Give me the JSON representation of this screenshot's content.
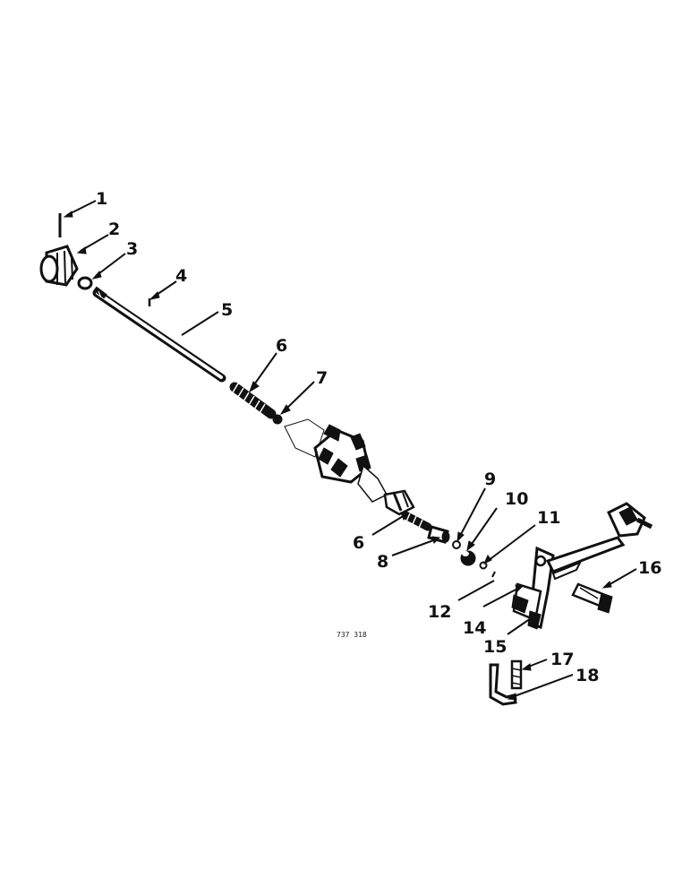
{
  "callouts": {
    "c1": "1",
    "c2": "2",
    "c3": "3",
    "c4": "4",
    "c5": "5",
    "c6a": "6",
    "c7": "7",
    "c9": "9",
    "c10": "10",
    "c11": "11",
    "c6b": "6",
    "c8": "8",
    "c12": "12",
    "c14": "14",
    "c15": "15",
    "c16": "16",
    "c17": "17",
    "c18": "18"
  },
  "figure_code": "737 318",
  "colors": {
    "ink": "#111111",
    "paper": "#ffffff"
  }
}
